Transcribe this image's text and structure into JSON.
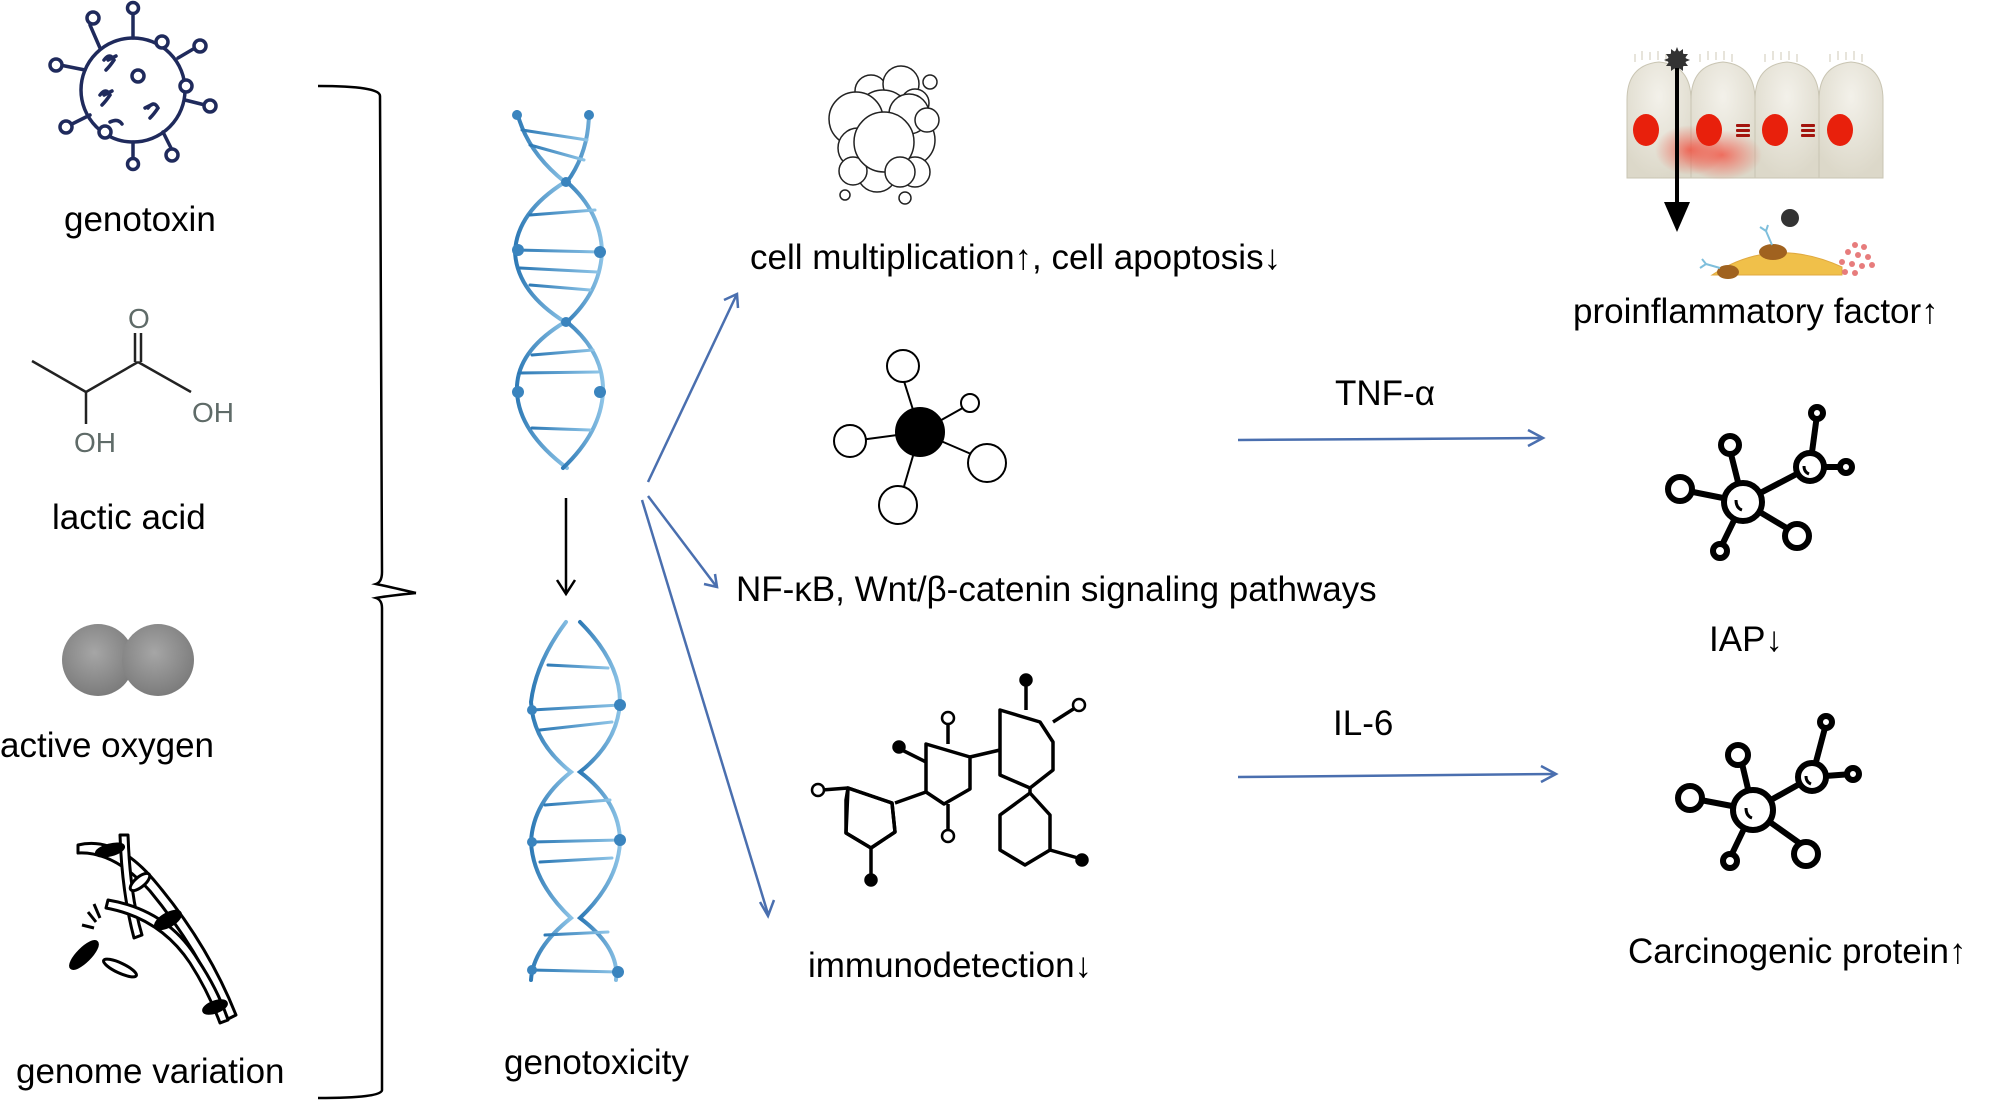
{
  "causes": [
    {
      "label": "genotoxin",
      "icon": "virus-icon"
    },
    {
      "label": "lactic acid",
      "icon": "lactic-acid-structure-icon",
      "atoms": {
        "carbonyl_o": "O",
        "hydroxyl_right": "OH",
        "hydroxyl_bottom": "OH"
      }
    },
    {
      "label": "active oxygen",
      "icon": "oxygen-molecule-icon"
    },
    {
      "label": "genome variation",
      "icon": "broken-dna-icon"
    }
  ],
  "center": {
    "label": "genotoxicity",
    "icons": [
      "dna-helix-icon",
      "damaged-dna-helix-icon"
    ]
  },
  "effects": [
    {
      "label": "cell multiplication↑,  cell apoptosis↓",
      "icon": "cell-cluster-icon"
    },
    {
      "label": "NF-κB, Wnt/β-catenin signaling pathways",
      "icon": "molecule-icon"
    },
    {
      "label": "immunodetection↓",
      "icon": "chemical-structure-icon"
    }
  ],
  "mediators": [
    {
      "label": "TNF-α"
    },
    {
      "label": "IL-6"
    }
  ],
  "outcomes": [
    {
      "label": "proinflammatory factor↑",
      "icon": "epithelial-cells-icon"
    },
    {
      "label": "IAP↓",
      "icon": "protein-network-icon"
    },
    {
      "label": "Carcinogenic protein↑",
      "icon": "protein-network-icon"
    }
  ],
  "colors": {
    "arrow_blue": "#4a6faf",
    "virus_navy": "#1f2a5c",
    "dna_blue": "#4a90c4",
    "nucleus_red": "#e8200c",
    "oxygen_gray": "#8a8a8a",
    "chem_label_gray": "#5f6b68"
  }
}
